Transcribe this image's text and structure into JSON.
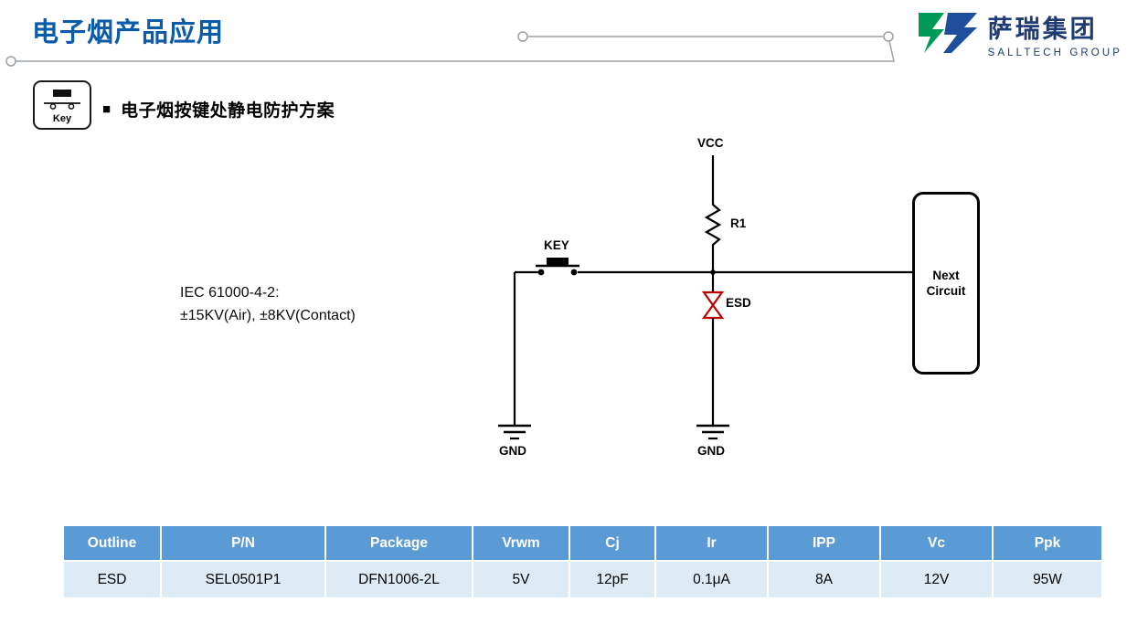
{
  "header": {
    "title": "电子烟产品应用",
    "logo_name": "萨瑞集团",
    "logo_sub": "SALLTECH GROUP"
  },
  "section": {
    "icon_label": "Key",
    "heading_bullet": "■",
    "heading": "电子烟按键处静电防护方案"
  },
  "circuit": {
    "vcc": "VCC",
    "r1": "R1",
    "key": "KEY",
    "esd": "ESD",
    "gnd_left": "GND",
    "gnd_right": "GND",
    "next_line1": "Next",
    "next_line2": "Circuit",
    "iec_line1": "IEC 61000-4-2:",
    "iec_line2": "±15KV(Air), ±8KV(Contact)"
  },
  "table": {
    "headers": [
      "Outline",
      "P/N",
      "Package",
      "Vrwm",
      "Cj",
      "Ir",
      "IPP",
      "Vc",
      "Ppk"
    ],
    "rows": [
      [
        "ESD",
        "SEL0501P1",
        "DFN1006-2L",
        "5V",
        "12pF",
        "0.1μA",
        "8A",
        "12V",
        "95W"
      ]
    ]
  },
  "colors": {
    "title_blue": "#0B5BA8",
    "logo_navy": "#1F3B73",
    "logo_green": "#009A57",
    "table_header_bg": "#5B9BD5",
    "table_row_bg": "#DDEBF7",
    "esd_red": "#C00000"
  }
}
